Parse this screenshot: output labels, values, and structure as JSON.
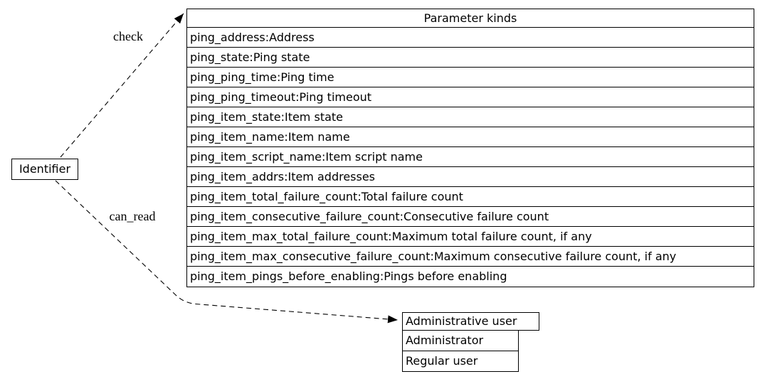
{
  "canvas": {
    "background": "#ffffff",
    "line_color": "#000000"
  },
  "identifier_node": {
    "label": "Identifier"
  },
  "edges": {
    "check": {
      "label": "check"
    },
    "can_read": {
      "label": "can_read"
    }
  },
  "parameter_table": {
    "title": "Parameter kinds",
    "rows": [
      "ping_address:Address",
      "ping_state:Ping state",
      "ping_ping_time:Ping time",
      "ping_ping_timeout:Ping timeout",
      "ping_item_state:Item state",
      "ping_item_name:Item name",
      "ping_item_script_name:Item script name",
      "ping_item_addrs:Item addresses",
      "ping_item_total_failure_count:Total failure count",
      "ping_item_consecutive_failure_count:Consecutive failure count",
      "ping_item_max_total_failure_count:Maximum total failure count, if any",
      "ping_item_max_consecutive_failure_count:Maximum consecutive failure count, if any",
      "ping_item_pings_before_enabling:Pings before enabling"
    ]
  },
  "admin_table": {
    "title": "Administrative user",
    "rows": [
      "Administrator",
      "Regular user"
    ]
  }
}
